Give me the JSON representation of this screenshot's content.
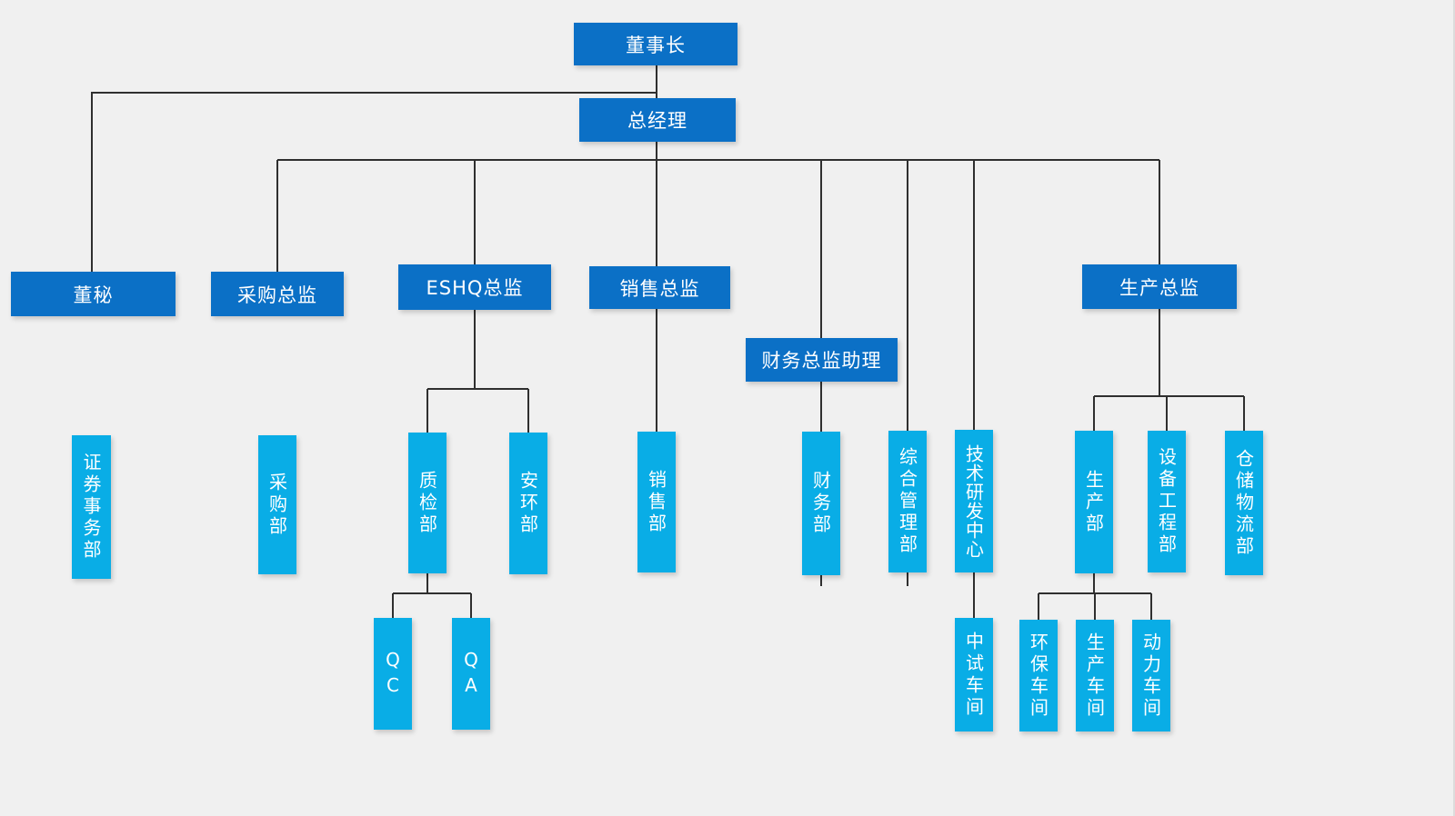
{
  "colors": {
    "background": "#f0f0f0",
    "box_horizontal": "#0b70c6",
    "box_vertical": "#09ade6",
    "connector": "#2f2f2f",
    "text": "#ffffff"
  },
  "nodes": {
    "chairman": "董事长",
    "general_manager": "总经理",
    "board_secretary": "董秘",
    "purchasing_director": "采购总监",
    "eshq_director": "ESHQ总监",
    "sales_director": "销售总监",
    "finance_director_assistant": "财务总监助理",
    "production_director": "生产总监",
    "securities_affairs_dept": "证券事务部",
    "purchasing_dept": "采购部",
    "quality_inspection_dept": "质检部",
    "safety_env_dept": "安环部",
    "sales_dept": "销售部",
    "finance_dept": "财务部",
    "general_admin_dept": "综合管理部",
    "tech_rd_center": "技术研发中心",
    "production_dept": "生产部",
    "equipment_eng_dept": "设备工程部",
    "warehouse_logistics_dept": "仓储物流部",
    "qc": "QC",
    "qa": "QA",
    "pilot_workshop": "中试车间",
    "env_workshop": "环保车间",
    "production_workshop": "生产车间",
    "power_workshop": "动力车间"
  },
  "edges": [
    [
      "chairman",
      "general_manager"
    ],
    [
      "chairman",
      "board_secretary"
    ],
    [
      "board_secretary",
      "securities_affairs_dept"
    ],
    [
      "general_manager",
      "purchasing_director"
    ],
    [
      "general_manager",
      "eshq_director"
    ],
    [
      "general_manager",
      "sales_director"
    ],
    [
      "general_manager",
      "finance_director_assistant"
    ],
    [
      "general_manager",
      "general_admin_dept"
    ],
    [
      "general_manager",
      "tech_rd_center"
    ],
    [
      "general_manager",
      "production_director"
    ],
    [
      "purchasing_director",
      "purchasing_dept"
    ],
    [
      "eshq_director",
      "quality_inspection_dept"
    ],
    [
      "eshq_director",
      "safety_env_dept"
    ],
    [
      "quality_inspection_dept",
      "qc"
    ],
    [
      "quality_inspection_dept",
      "qa"
    ],
    [
      "sales_director",
      "sales_dept"
    ],
    [
      "finance_director_assistant",
      "finance_dept"
    ],
    [
      "tech_rd_center",
      "pilot_workshop"
    ],
    [
      "production_director",
      "production_dept"
    ],
    [
      "production_director",
      "equipment_eng_dept"
    ],
    [
      "production_director",
      "warehouse_logistics_dept"
    ],
    [
      "production_dept",
      "env_workshop"
    ],
    [
      "production_dept",
      "production_workshop"
    ],
    [
      "production_dept",
      "power_workshop"
    ]
  ]
}
